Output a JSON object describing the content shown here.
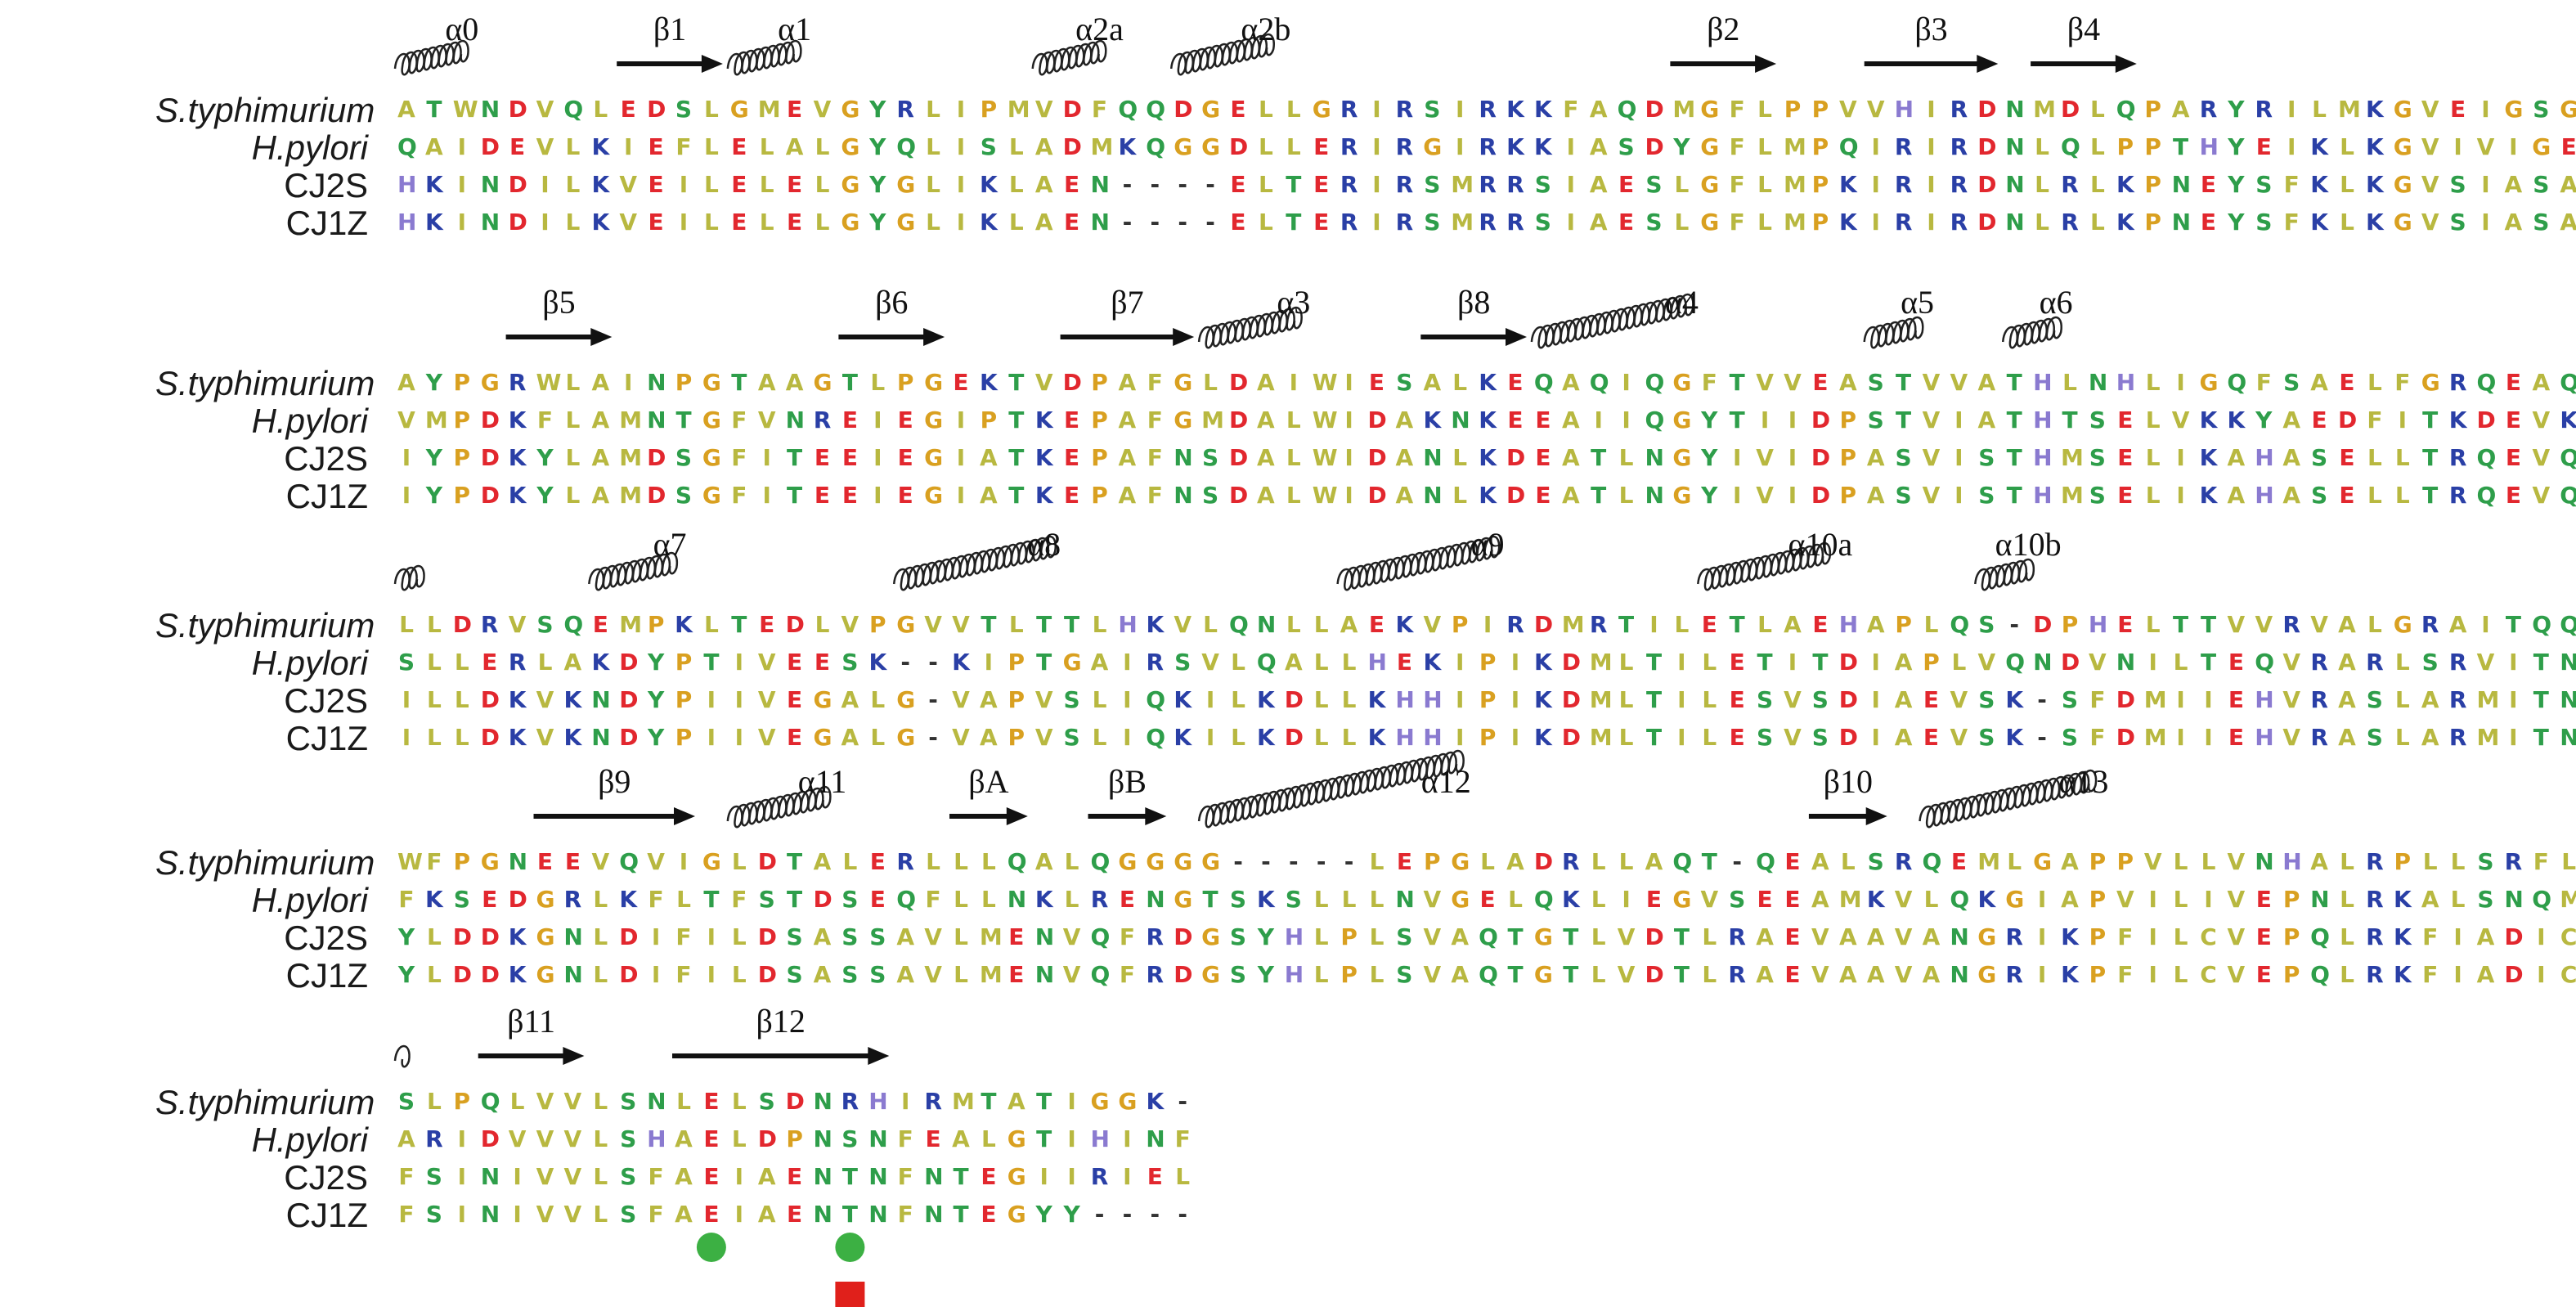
{
  "species": [
    "S.typhimurium",
    "H.pylori",
    "CJ2S",
    "CJ1Z"
  ],
  "species_italic": [
    true,
    true,
    false,
    false
  ],
  "blocks": [
    {
      "rows": [
        "ATWNDVQLEDSLGMEVGYRLIPMVDFQQDGELLGRIRSIRKKFAQDMGFLPPVVHIRDNMDLQPARYRILMKGVEIGSGD",
        "QAIDEVLKIEFLELALGYQLISLADMKQGGDLLERIRGIRKKIASDYGFLMPQIRIRDNLQLPPTHYEIKLKGVIVIGEGM",
        "HKINDILKVEILELELGYGLIKLAEN----ELTERIRSMRRSIAESLGFLMPKIRIRDNLRLKPNEYSFKLKGVSIASAE",
        "HKINDILKVEILELELGYGLIKLAEN----ELTERIRSMRRSIAESLGFLMPKIRIRDNLRLKPNEYSFKLKGVSIASAE"
      ],
      "elements": [
        {
          "kind": "helix",
          "label": "α0",
          "start": 0,
          "end": 4
        },
        {
          "kind": "strand",
          "label": "β1",
          "start": 8,
          "end": 11
        },
        {
          "kind": "helix",
          "label": "α1",
          "start": 12,
          "end": 16
        },
        {
          "kind": "helix",
          "label": "α2a",
          "start": 23,
          "end": 27
        },
        {
          "kind": "helix",
          "label": "α2b",
          "start": 28,
          "end": 34
        },
        {
          "kind": "strand",
          "label": "β2",
          "start": 46,
          "end": 49
        },
        {
          "kind": "strand",
          "label": "β3",
          "start": 53,
          "end": 57
        },
        {
          "kind": "strand",
          "label": "β4",
          "start": 59,
          "end": 62
        }
      ]
    },
    {
      "rows": [
        "AYPGRWLAINPGTAAGTLPGEKTVDPAFGLDAIWIESALKEQAQIQGFTVVEASTVVATHLNHLIGQFSAELFGRQEAQQ",
        "VMPDKFLAMNTGFVNREIEGIPTKEPAFGMDALWIDAKNKEEAIIQGYTIIDPSTVIATHTSELVKKYAEDFITKDEVKS",
        "IYPDKYLAMDSGFITEEIEGIATKEPAFNSDALWIDANLKDEATLNGYIVIDPASVISTHMSELIKAHASELLTRQEVQN",
        "IYPDKYLAMDSGFITEEIEGIATKEPAFNSDALWIDANLKDEATLNGYIVIDPASVISTHMSELIKAHASELLTRQEVQN"
      ],
      "elements": [
        {
          "kind": "strand",
          "label": "β5",
          "start": 4,
          "end": 7
        },
        {
          "kind": "strand",
          "label": "β6",
          "start": 16,
          "end": 19
        },
        {
          "kind": "strand",
          "label": "β7",
          "start": 24,
          "end": 28
        },
        {
          "kind": "helix",
          "label": "α3",
          "start": 29,
          "end": 35
        },
        {
          "kind": "strand",
          "label": "β8",
          "start": 37,
          "end": 40
        },
        {
          "kind": "helix",
          "label": "α4",
          "start": 41,
          "end": 51
        },
        {
          "kind": "helix",
          "label": "α5",
          "start": 53,
          "end": 56
        },
        {
          "kind": "helix",
          "label": "α6",
          "start": 58,
          "end": 61
        }
      ]
    },
    {
      "rows": [
        "LLDRVSQEMPKLTEDLVPGVVTLTTLHKVLQNLLAEKVPIRDMRTILETLAEHAPLQS-DPHELTTVVRVALGRAITQQW",
        "SLLERLAKDYPTIVEESK--KIPTGAIRSVLQALLHEKIPIKDMLTILETITDIAPLVQNDVNILTEQVRARLSRVITNAF",
        "ILLDKVKNDYPIIVEGALG-VAPVSLIQKILKDLLKHHIPIKDMLTILESVSDIAEVSK-SFDMIIEHVRASLARMITNMY",
        "ILLDKVKNDYPIIVEGALG-VAPVSLIQKILKDLLKHHIPIKDMLTILESVSDIAEVSK-SFDMIIEHVRASLARMITNMY"
      ],
      "elements": [
        {
          "kind": "helix",
          "label": "",
          "start": 0,
          "end": 1
        },
        {
          "kind": "helix",
          "label": "α7",
          "start": 7,
          "end": 12
        },
        {
          "kind": "helix",
          "label": "α8",
          "start": 18,
          "end": 28
        },
        {
          "kind": "helix",
          "label": "α9",
          "start": 34,
          "end": 44
        },
        {
          "kind": "helix",
          "label": "α10a",
          "start": 47,
          "end": 55
        },
        {
          "kind": "helix",
          "label": "α10b",
          "start": 57,
          "end": 60
        }
      ]
    },
    {
      "rows": [
        "WFPGNEEVQVIGLDTALERLLLQALQGGGG-----LEPGLADRLLAQT-QEALSRQEMLGAPPVLLVNHALRPLLSRFLRR",
        "FKSEDGRLKFLTFSTDSEQFLLNKLRENGTSKSLLLNVGELQKLIEGVSEEAMKVLQKGIAPVILIVEPNLRKALSNQMEQ",
        "YLDDKGNLDIFILDSASSAVLMENVQFRDGSYHLPLSVAQTGTLVDTLRAEVAAVANGRIKPFILCVEPQLRKFIADICYN",
        "YLDDKGNLDIFILDSASSAVLMENVQFRDGSYHLPLSVAQTGTLVDTLRAEVAAVANGRIKPFILCVEPQLRKFIADICYN"
      ],
      "elements": [
        {
          "kind": "strand",
          "label": "β9",
          "start": 5,
          "end": 10
        },
        {
          "kind": "helix",
          "label": "α11",
          "start": 12,
          "end": 18
        },
        {
          "kind": "strand",
          "label": "βA",
          "start": 20,
          "end": 22
        },
        {
          "kind": "strand",
          "label": "βB",
          "start": 25,
          "end": 27
        },
        {
          "kind": "helix",
          "label": "α12",
          "start": 29,
          "end": 46
        },
        {
          "kind": "strand",
          "label": "β10",
          "start": 51,
          "end": 53
        },
        {
          "kind": "helix",
          "label": "α13",
          "start": 55,
          "end": 66
        }
      ]
    },
    {
      "rows": [
        "SLPQLVVLSNLELSDNRHIRMTATIGGK-",
        "ARIDVVVLSHAELDPNSNFEALGTIHINF",
        "FSINIVVLSFAEIAENTNFNTEGIIRIEL",
        "FSINIVVLSFAEIAENTNFNTEGYY----"
      ],
      "elements": [
        {
          "kind": "helix",
          "label": "",
          "start": 0,
          "end": 0
        },
        {
          "kind": "strand",
          "label": "β11",
          "start": 3,
          "end": 6
        },
        {
          "kind": "strand",
          "label": "β12",
          "start": 10,
          "end": 17
        }
      ],
      "markers": [
        {
          "shape": "circle",
          "color": "#3cb043",
          "position": 11
        },
        {
          "shape": "circle",
          "color": "#3cb043",
          "position": 16
        },
        {
          "shape": "square",
          "color": "#e0201b",
          "position": 16
        }
      ]
    }
  ],
  "residue_colors": {
    "A": "#b8b840",
    "V": "#b8b840",
    "L": "#b8b840",
    "I": "#b8b840",
    "M": "#b8b840",
    "F": "#b8b840",
    "W": "#b8b840",
    "C": "#b8b840",
    "G": "#d9a020",
    "P": "#d9a020",
    "S": "#2e9e4a",
    "T": "#2e9e4a",
    "Y": "#2e9e4a",
    "N": "#2e9e4a",
    "Q": "#2e9e4a",
    "D": "#e2272e",
    "E": "#e2272e",
    "K": "#2a3fa6",
    "R": "#2a3fa6",
    "H": "#8a7ad0",
    "-": "#333333"
  }
}
